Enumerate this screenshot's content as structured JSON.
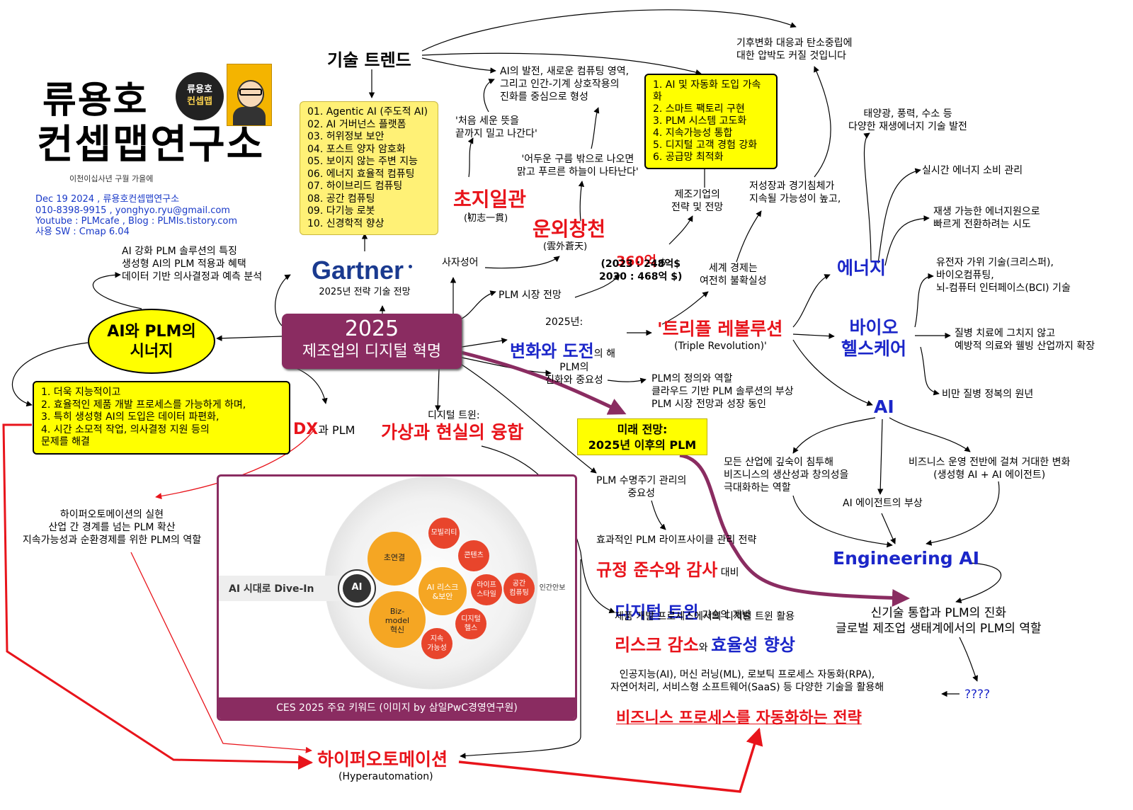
{
  "header": {
    "brand_line1": "류용호",
    "brand_line2": "컨셉맵연구소",
    "brand_slogan": "이천이십사년 구월 가을에",
    "book_badge_line1": "류용호",
    "book_badge_line2": "컨셉맵",
    "date_author": "Dec 19 2024 , 류용호컨셉맵연구소",
    "contact": "010-8398-9915 , yonghyo.ryu@gmail.com",
    "channels": "Youtube : PLMcafe , Blog : PLMIs.tistory.com",
    "software": "사용 SW : Cmap 6.04"
  },
  "center": {
    "year": "2025",
    "title": "제조업의 디지털 혁명"
  },
  "nodes": {
    "tech_trend": "기술 트렌드",
    "gartner_list": "01. Agentic AI (주도적 AI)\n02. AI 거버넌스 플랫폼\n03. 허위정보 보안\n04. 포스트 양자 암호화\n05. 보이지 않는 주변 지능\n06. 에너지 효율적 컴퓨팅\n07. 하이브리드 컴퓨팅\n08. 공간 컴퓨팅\n09. 다기능 로봇\n10. 신경학적 향상",
    "gartner_logo": "Gartner",
    "gartner_caption": "2025년 전략 기술 전망",
    "ai_plm_features": "AI 강화 PLM 솔루션의 특징\n생성형 AI의 PLM 적용과 혜택\n데이터 기반 의사결정과 예측 분석",
    "ai_plm_synergy": "AI와 PLM의\n시너지",
    "ai_plm_list": "1. 더욱 지능적이고\n2. 효율적인 제품 개발 프로세스를 가능하게 하며,\n3. 특히 생성형 AI의 도입은 데이터 파편화,\n4. 시간 소모적 작업, 의사결정 지원 등의\n    문제를 해결",
    "dx_prefix": "DX",
    "dx_suffix": "과 PLM",
    "hyper_reality": "하이퍼오토메이션의 실현\n산업 간 경계를 넘는 PLM 확산\n지속가능성과 순환경제를 위한 PLM의 역할",
    "ai_evolution": "AI의 발전, 새로운 컴퓨팅 영역,\n그리고 인간-기계 상호작용의\n진화를 중심으로 형성",
    "quote1": "'처음 세운 뜻을\n끝까지 밀고 나간다'",
    "quote2": "'어두운 구름 밖으로 나오면\n맑고 푸르른 하늘이 나타난다'",
    "idiom1": "초지일관",
    "idiom1_hanja": "(初志一貫)",
    "idiom2": "운외창천",
    "idiom2_hanja": "(雲外蒼天)",
    "four_char_idiom": "사자성어",
    "plm_market": "PLM 시장 전망",
    "market_value": "360억",
    "market_unit": " $",
    "market_detail": "(2023 : 248억$\n2030 : 468억 $)",
    "manufacturer_strategy": "제조기업의\n전략 및 전망",
    "strategy_list": "1. AI 및 자동화 도입 가속화\n2. 스마트 팩토리 구현\n3. PLM 시스템 고도화\n4. 지속가능성 통합\n5. 디지털 고객 경험 강화\n6. 공급망 최적화",
    "climate": "기후변화 대응과 탄소중립에\n대한 압박도 커질 것입니다",
    "low_growth": "저성장과 경기침체가\n지속될 가능성이 높고,",
    "world_economy": "세계 경제는\n여전히 불확실성",
    "year_2025": "2025년:",
    "change_challenge": "변화와 도전",
    "of_year": "의 해",
    "triple_rev": "'트리플 레볼루션",
    "triple_rev_en": "(Triple Revolution)'",
    "renewable_tech": "태양광, 풍력, 수소 등\n다양한 재생에너지 기술 발전",
    "realtime_energy": "실시간 에너지 소비 관리",
    "renewable_shift": "재생 가능한 에너지원으로\n빠르게 전환하려는 시도",
    "energy": "에너지",
    "bio_tech": "유전자 가위 기술(크리스퍼),\n바이오컴퓨팅,\n뇌-컴퓨터 인터페이스(BCI) 기술",
    "bio_health": "바이오\n헬스케어",
    "disease": "질병 치료에 그치지 않고\n예방적 의료와 웰빙 산업까지 확장",
    "obesity": "비만 질병 정복의 원년",
    "ai_node": "AI",
    "ai_industry": "모든 산업에 깊숙이 침투해\n비즈니스의 생산성과 창의성을\n극대화하는 역할",
    "ai_business": "비즈니스 운영 전반에 걸쳐 거대한 변화\n(생성형 AI + AI 에이전트)",
    "ai_agent": "AI 에이전트의 부상",
    "engineering_ai": "Engineering AI",
    "new_tech": "신기술 통합과 PLM의 진화\n글로벌 제조업 생태계에서의 PLM의 역할",
    "question": "????",
    "plm_evolution": "PLM의\n진화와 중요성",
    "plm_definition": "PLM의 정의와 역할\n클라우드 기반 PLM 솔루션의 부상\nPLM 시장 전망과 성장 동인",
    "future_plm": "미래 전망:\n2025년 이후의 PLM",
    "digital_twin_label": "디지털 트윈:",
    "virtual_real": "가상과 현실의 융합",
    "lifecycle_importance": "PLM 수명주기 관리의\n중요성",
    "lifecycle_strategy": "효과적인 PLM 라이프사이클 관리 전략",
    "compliance": "규정 준수와 감사",
    "compliance_suffix": " 대비",
    "digital_twin": "디지털 트윈",
    "digital_twin_concept": " 기술의 개념",
    "digital_twin_use": "제품 개발 프로세스에서의 디지털 트윈 활용",
    "risk_reduce": "리스크 감소",
    "and": "와 ",
    "efficiency": "효율성 향상",
    "ai_tech_list": "인공지능(AI), 머신 러닝(ML), 로보틱 프로세스 자동화(RPA),\n자연어처리, 서비스형 소프트웨어(SaaS) 등 다양한 기술을 활용해",
    "biz_automation_red": "비즈니스 프로세스를 자동화",
    "biz_automation_suffix": "하는 전략",
    "hyperautomation": "하이퍼오토메이션",
    "hyperautomation_en": "(Hyperautomation)"
  },
  "ces": {
    "caption": "CES 2025 주요 키워드 (이미지 by 삼일PwC경영연구원)",
    "dive_in": "AI 시대로 Dive-In",
    "ai": "AI",
    "kw_hyper": "초연결",
    "kw_mobility": "모빌리티",
    "kw_contents": "콘텐츠",
    "kw_risk": "AI 리스크\n&보안",
    "kw_lifestyle": "라이프\n스타일",
    "kw_spatial": "공간\n컴퓨팅",
    "kw_security": "인간안보",
    "kw_biz": "Biz-\nmodel\n혁신",
    "kw_sustain": "지속\n가능성",
    "kw_dhealth": "디지털\n헬스"
  },
  "colors": {
    "center": "#8a2c61",
    "yellow": "#ffff00",
    "accent_red": "#e8141b",
    "accent_blue": "#1b26c9",
    "ces_orange": "#f5a623",
    "ces_red": "#e8452c"
  }
}
